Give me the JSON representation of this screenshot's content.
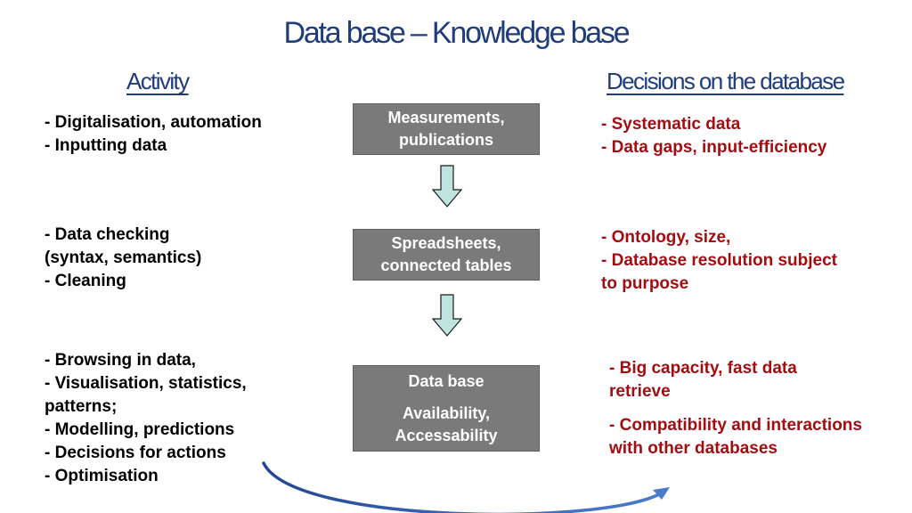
{
  "title": "Data base – Knowledge base",
  "headings": {
    "left": "Activity",
    "right": "Decisions on the database"
  },
  "boxes": {
    "b1": [
      "Measurements,",
      "publications"
    ],
    "b2": [
      "Spreadsheets,",
      "connected tables"
    ],
    "b3": [
      "Data base",
      "Availability,",
      "Accessability"
    ]
  },
  "activity": {
    "group1": [
      "- Digitalisation, automation",
      "- Inputting data"
    ],
    "group2": [
      "- Data checking",
      "(syntax, semantics)",
      "- Cleaning"
    ],
    "group3": [
      "- Browsing in data,",
      "- Visualisation, statistics,",
      "patterns;",
      "- Modelling, predictions",
      "- Decisions for actions",
      "- Optimisation"
    ]
  },
  "decisions": {
    "group1": [
      "- Systematic data",
      "- Data gaps, input-efficiency"
    ],
    "group2": [
      "- Ontology, size,",
      "- Database resolution subject",
      "to purpose"
    ],
    "group3a": [
      "- Big capacity, fast data",
      "retrieve"
    ],
    "group3b": [
      "- Compatibility and interactions",
      "with other databases"
    ]
  },
  "colors": {
    "title": "#1f3d7a",
    "decision_text": "#a30d12",
    "box_fill": "#7a7a7a",
    "arrow_fill": "#bfe3df",
    "curve": "#3a67b7"
  }
}
